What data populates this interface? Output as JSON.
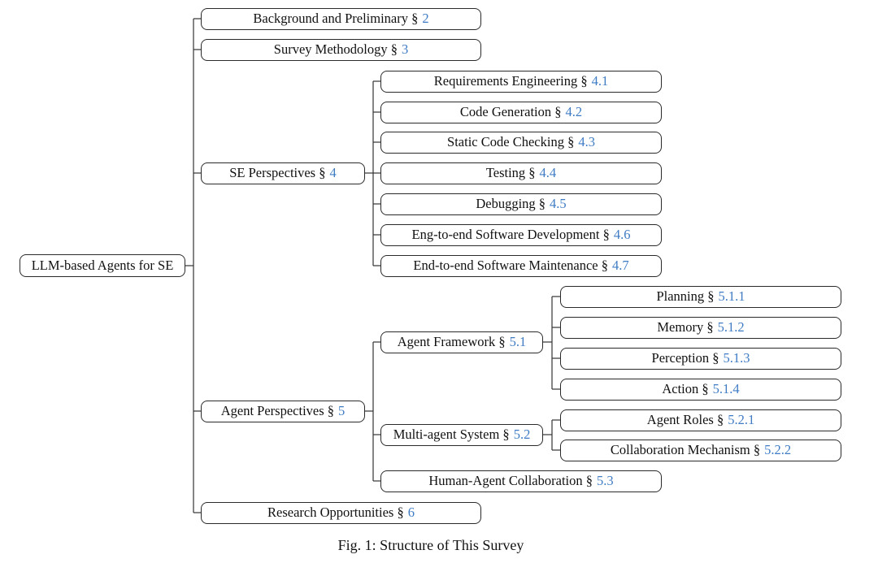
{
  "diagram": {
    "root": {
      "label": "LLM-based Agents for SE"
    },
    "n2": {
      "label": "Background and Preliminary §",
      "section": "2"
    },
    "n3": {
      "label": "Survey Methodology §",
      "section": "3"
    },
    "n4": {
      "label": "SE Perspectives §",
      "section": "4"
    },
    "n41": {
      "label": "Requirements Engineering §",
      "section": "4.1"
    },
    "n42": {
      "label": "Code Generation §",
      "section": "4.2"
    },
    "n43": {
      "label": "Static Code Checking §",
      "section": "4.3"
    },
    "n44": {
      "label": "Testing §",
      "section": "4.4"
    },
    "n45": {
      "label": "Debugging §",
      "section": "4.5"
    },
    "n46": {
      "label": "Eng-to-end Software Development §",
      "section": "4.6"
    },
    "n47": {
      "label": "End-to-end Software Maintenance §",
      "section": "4.7"
    },
    "n5": {
      "label": "Agent Perspectives §",
      "section": "5"
    },
    "n51": {
      "label": "Agent Framework §",
      "section": "5.1"
    },
    "n511": {
      "label": "Planning §",
      "section": "5.1.1"
    },
    "n512": {
      "label": "Memory §",
      "section": "5.1.2"
    },
    "n513": {
      "label": "Perception §",
      "section": "5.1.3"
    },
    "n514": {
      "label": "Action §",
      "section": "5.1.4"
    },
    "n52": {
      "label": "Multi-agent System §",
      "section": "5.2"
    },
    "n521": {
      "label": "Agent Roles §",
      "section": "5.2.1"
    },
    "n522": {
      "label": "Collaboration Mechanism §",
      "section": "5.2.2"
    },
    "n53": {
      "label": "Human-Agent Collaboration §",
      "section": "5.3"
    },
    "n6": {
      "label": "Research Opportunities §",
      "section": "6"
    }
  },
  "caption": "Fig. 1: Structure of This Survey",
  "colors": {
    "section_link": "#3f7cc4",
    "border": "#2a2a2a"
  }
}
